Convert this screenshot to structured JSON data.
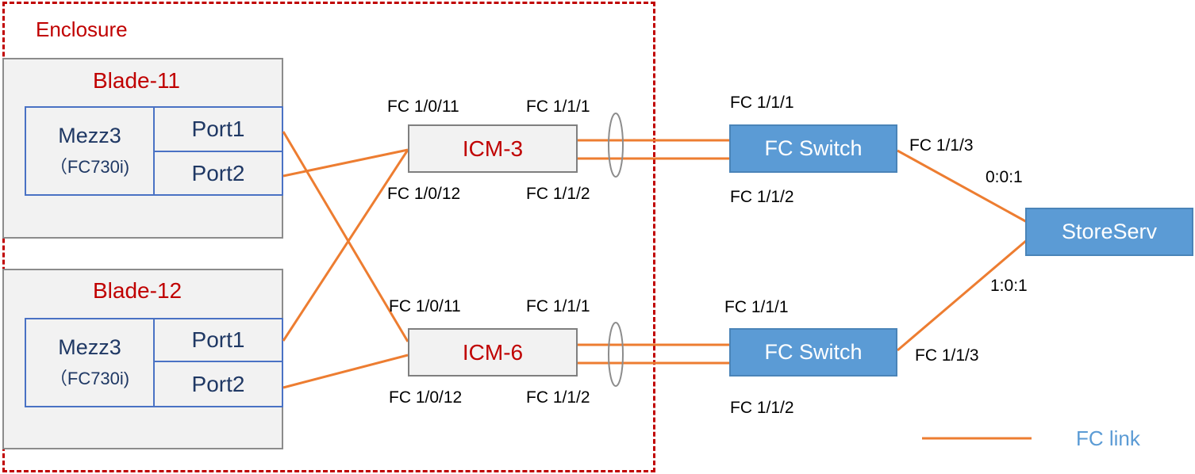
{
  "enclosure": {
    "label": "Enclosure"
  },
  "blades": [
    {
      "title": "Blade-11",
      "mezz": {
        "name": "Mezz3",
        "model": "（FC730i)",
        "port1": "Port1",
        "port2": "Port2"
      }
    },
    {
      "title": "Blade-12",
      "mezz": {
        "name": "Mezz3",
        "model": "（FC730i)",
        "port1": "Port1",
        "port2": "Port2"
      }
    }
  ],
  "icms": [
    {
      "name": "ICM-3",
      "in1": "FC 1/0/11",
      "in2": "FC 1/0/12",
      "out1": "FC 1/1/1",
      "out2": "FC 1/1/2"
    },
    {
      "name": "ICM-6",
      "in1": "FC 1/0/11",
      "in2": "FC 1/0/12",
      "out1": "FC 1/1/1",
      "out2": "FC 1/1/2"
    }
  ],
  "switches": [
    {
      "name": "FC Switch",
      "p1": "FC 1/1/1",
      "p2": "FC 1/1/2",
      "p3": "FC 1/1/3",
      "storage_port": "0:0:1"
    },
    {
      "name": "FC Switch",
      "p1": "FC 1/1/1",
      "p2": "FC 1/1/2",
      "p3": "FC 1/1/3",
      "storage_port": "1:0:1"
    }
  ],
  "storage": {
    "name": "StoreServ"
  },
  "legend": {
    "label": "FC link"
  },
  "colors": {
    "fc_link": "#ed7d31",
    "enclosure_border": "#c00000",
    "switch_fill": "#5b9bd5",
    "mezz_border": "#4a72c4"
  }
}
